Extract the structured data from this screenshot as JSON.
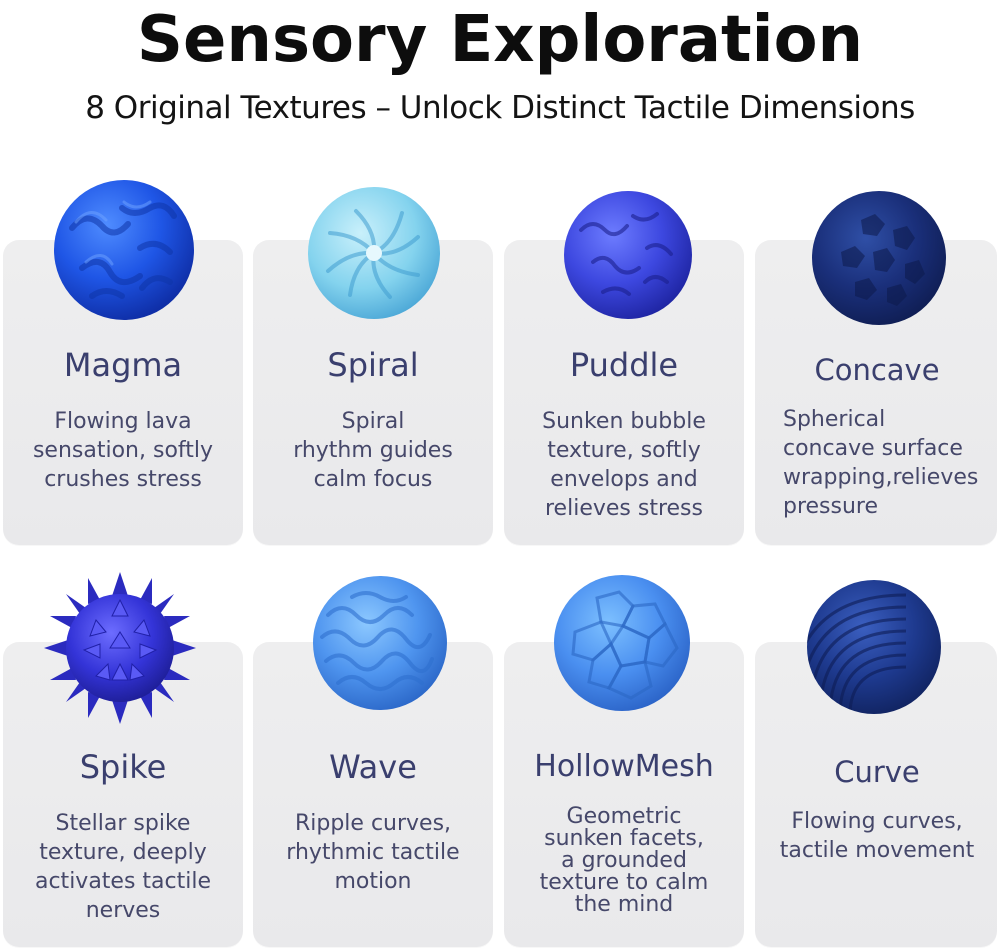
{
  "header": {
    "title": "Sensory Exploration",
    "subtitle": "8 Original Textures – Unlock Distinct Tactile Dimensions"
  },
  "colors": {
    "card_bg": "#ececee",
    "card_title": "#3a3f6e",
    "card_text": "#46486a"
  },
  "cards": [
    {
      "title": "Magma",
      "icon": "magma-ball-icon",
      "lines": [
        "Flowing lava",
        "sensation, softly",
        "crushes stress"
      ]
    },
    {
      "title": "Spiral",
      "icon": "spiral-ball-icon",
      "lines": [
        "Spiral",
        "rhythm guides",
        "calm focus"
      ]
    },
    {
      "title": "Puddle",
      "icon": "puddle-ball-icon",
      "lines": [
        "Sunken bubble",
        "texture, softly",
        "envelops and",
        "relieves stress"
      ]
    },
    {
      "title": "Concave",
      "icon": "concave-ball-icon",
      "lines": [
        "Spherical",
        "concave surface",
        "wrapping,relieves",
        "pressure"
      ]
    },
    {
      "title": "Spike",
      "icon": "spike-ball-icon",
      "lines": [
        "Stellar spike",
        "texture, deeply",
        "activates tactile",
        "nerves"
      ]
    },
    {
      "title": "Wave",
      "icon": "wave-ball-icon",
      "lines": [
        "Ripple curves,",
        "rhythmic tactile",
        "motion"
      ]
    },
    {
      "title": "HollowMesh",
      "icon": "hollowmesh-ball-icon",
      "lines": [
        "Geometric",
        "sunken facets,",
        "a grounded",
        "texture to calm",
        "the mind"
      ]
    },
    {
      "title": "Curve",
      "icon": "curve-ball-icon",
      "lines": [
        "Flowing curves,",
        "tactile movement"
      ]
    }
  ]
}
